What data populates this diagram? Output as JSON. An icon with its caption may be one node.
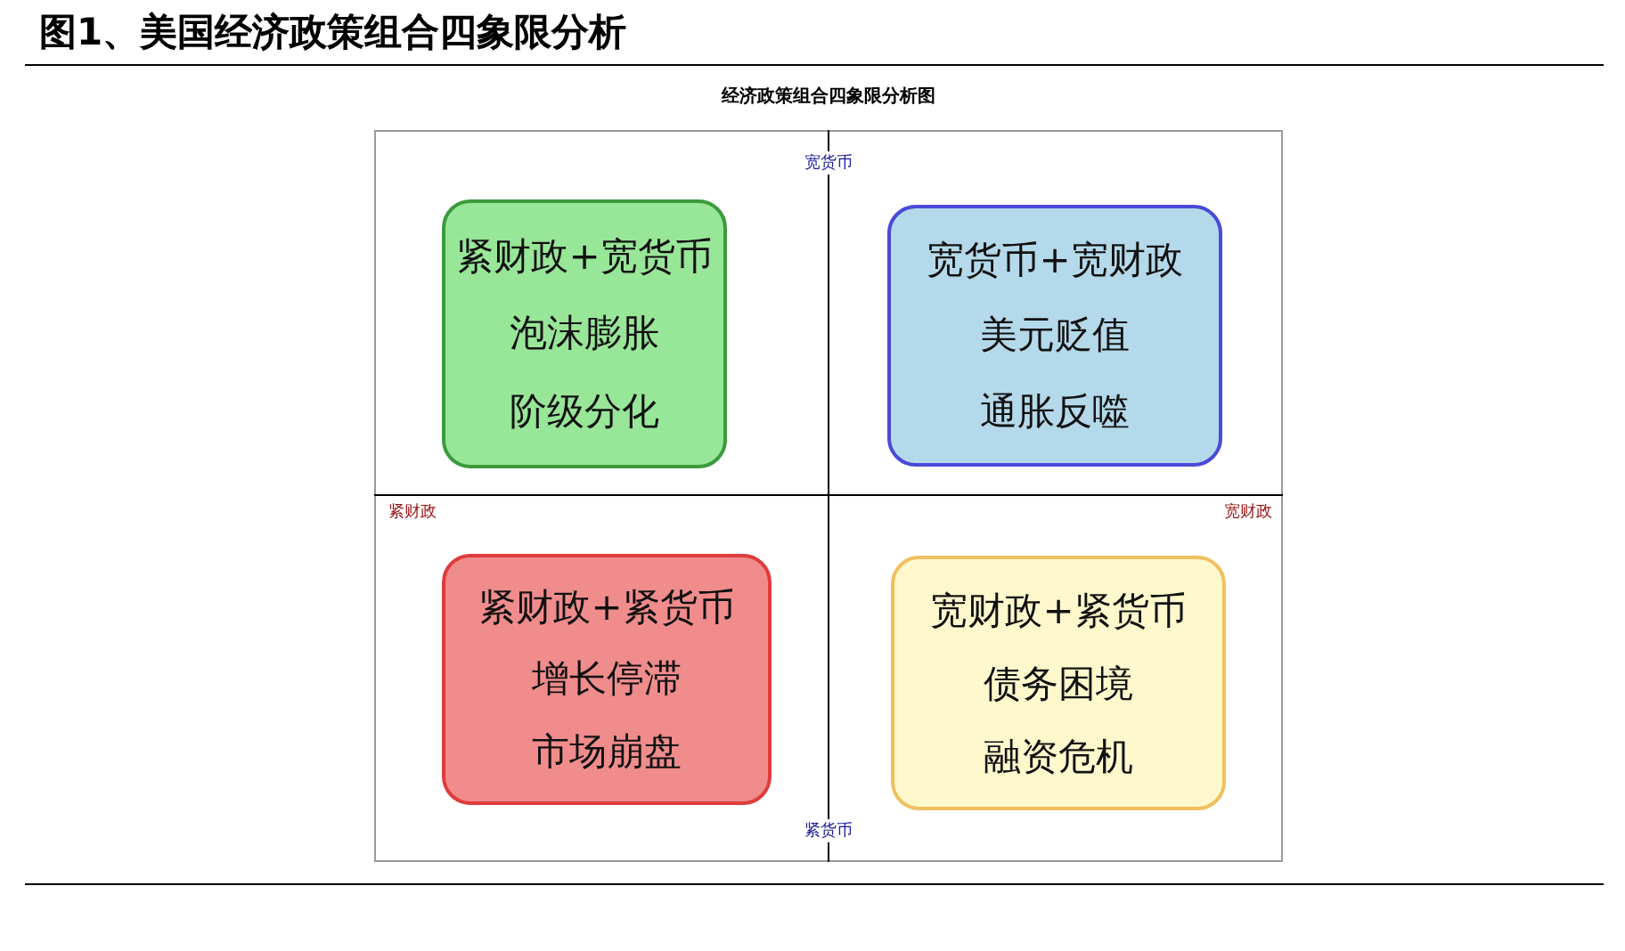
{
  "diagram": {
    "title": "图1、美国经济政策组合四象限分析",
    "nodes": [
      {
        "text": [
          "紧财政+宽货币",
          "泡沫膨胀",
          "阶级分化"
        ]
      },
      {
        "text": [
          "宽货币+宽财政",
          "美元贬值",
          "通胀反噬"
        ]
      },
      {
        "text": [
          "紧财政+紧货币",
          "增长停滞",
          "市场崩盘"
        ]
      },
      {
        "text": [
          "宽财政+紧货币",
          "债务困境",
          "融资危机"
        ]
      }
    ],
    "edges": [],
    "labels": [
      "经济政策组合四象限分析图",
      "宽货币",
      "紧财政",
      "宽财政",
      "紧货币"
    ]
  }
}
